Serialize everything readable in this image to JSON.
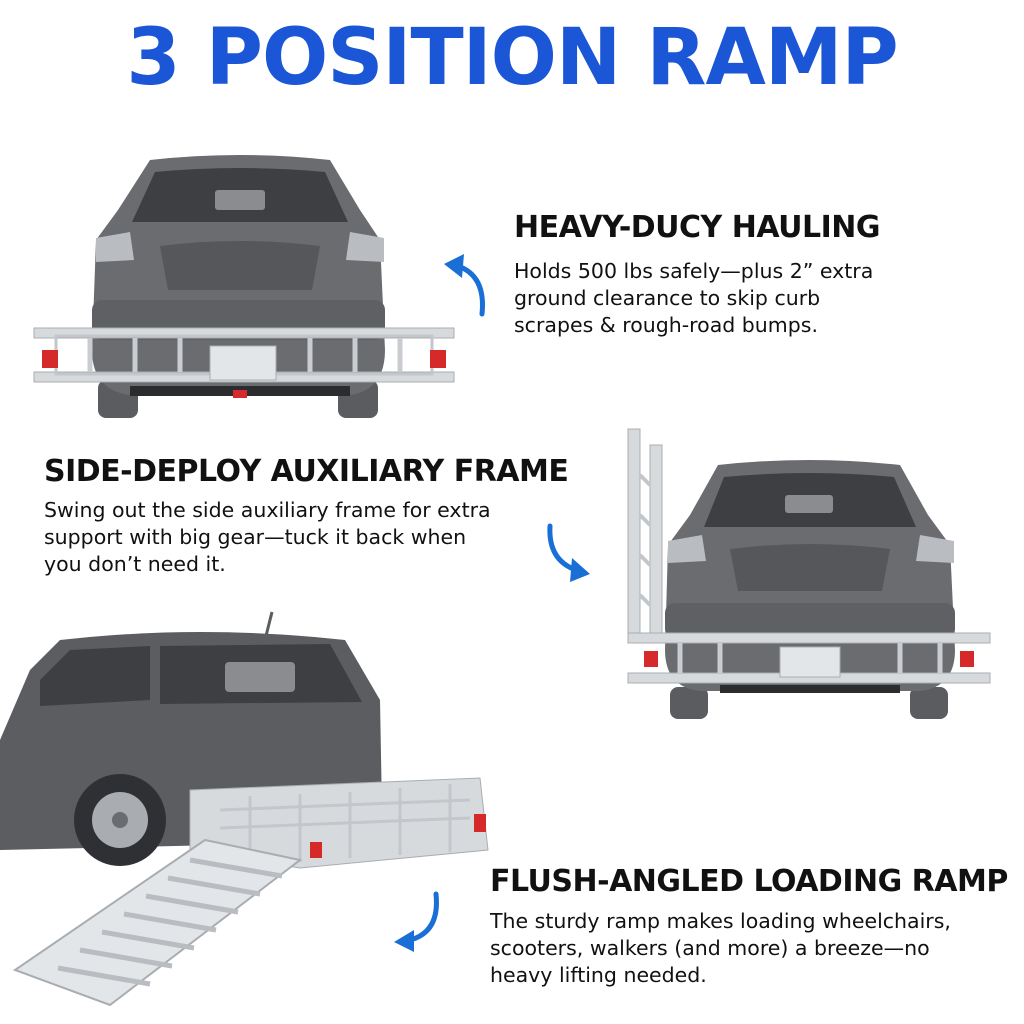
{
  "title": "3 POSITION RAMP",
  "colors": {
    "title": "#1a56d6",
    "arrow": "#1a6fd6",
    "car_body": "#6a6c70",
    "car_dark": "#3d3f43",
    "carrier": "#d7dadd",
    "lamp": "#d62a2a"
  },
  "sections": [
    {
      "heading": "HEAVY-DUCY HAULING",
      "lines": [
        "Holds  500 lbs safely—plus 2” extra",
        "ground clearance to skip curb",
        "scrapes & rough-road bumps."
      ]
    },
    {
      "heading": "SIDE-DEPLOY AUXILIARY FRAME",
      "lines": [
        "Swing out the side auxiliary frame for extra",
        "support with big gear—tuck it back when",
        "you don’t need it."
      ]
    },
    {
      "heading": "FLUSH-ANGLED LOADING RAMP",
      "lines": [
        "The sturdy ramp makes loading wheelchairs,",
        "scooters, walkers (and more) a breeze—no",
        "heavy lifting needed."
      ]
    }
  ],
  "icons": [
    "curved-arrow-icon",
    "curved-arrow-icon",
    "curved-arrow-icon"
  ]
}
